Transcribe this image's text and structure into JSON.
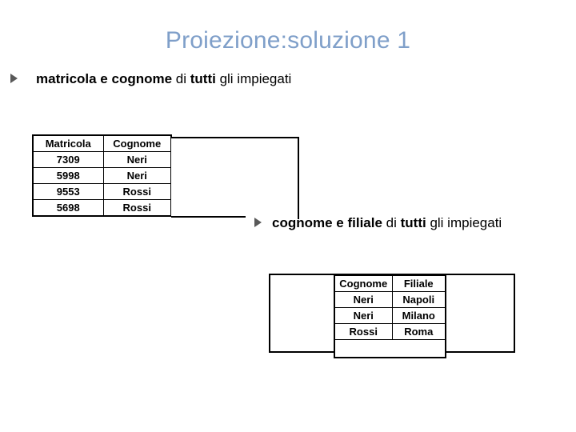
{
  "slide": {
    "title": "Proiezione:soluzione 1",
    "title_color": "#7f9fc9",
    "background_color": "#ffffff"
  },
  "bullets": [
    {
      "marker": "triangle-bullet",
      "segments": [
        {
          "text": "matricola e cognome",
          "bold": true
        },
        {
          "text": " di ",
          "bold": false
        },
        {
          "text": "tutti",
          "bold": true
        },
        {
          "text": " gli impiegati",
          "bold": false
        }
      ],
      "plain_text": "matricola e cognome  di tutti gli impiegati"
    },
    {
      "marker": "triangle-bullet",
      "segments": [
        {
          "text": "cognome e filiale",
          "bold": true
        },
        {
          "text": " di ",
          "bold": false
        },
        {
          "text": "tutti",
          "bold": true
        },
        {
          "text": " gli impiegati",
          "bold": false
        }
      ],
      "plain_text": "cognome e filiale  di tutti gli impiegati"
    }
  ],
  "tables": [
    {
      "id": "matricola-cognome",
      "headers": [
        "Matricola",
        "Cognome"
      ],
      "rows": [
        [
          "7309",
          "Neri"
        ],
        [
          "5998",
          "Neri"
        ],
        [
          "9553",
          "Rossi"
        ],
        [
          "5698",
          "Rossi"
        ]
      ]
    },
    {
      "id": "cognome-filiale",
      "headers": [
        "Cognome",
        "Filiale"
      ],
      "rows": [
        [
          "Neri",
          "Napoli"
        ],
        [
          "Neri",
          "Milano"
        ],
        [
          "Rossi",
          "Roma"
        ],
        [
          "",
          ""
        ]
      ]
    }
  ]
}
